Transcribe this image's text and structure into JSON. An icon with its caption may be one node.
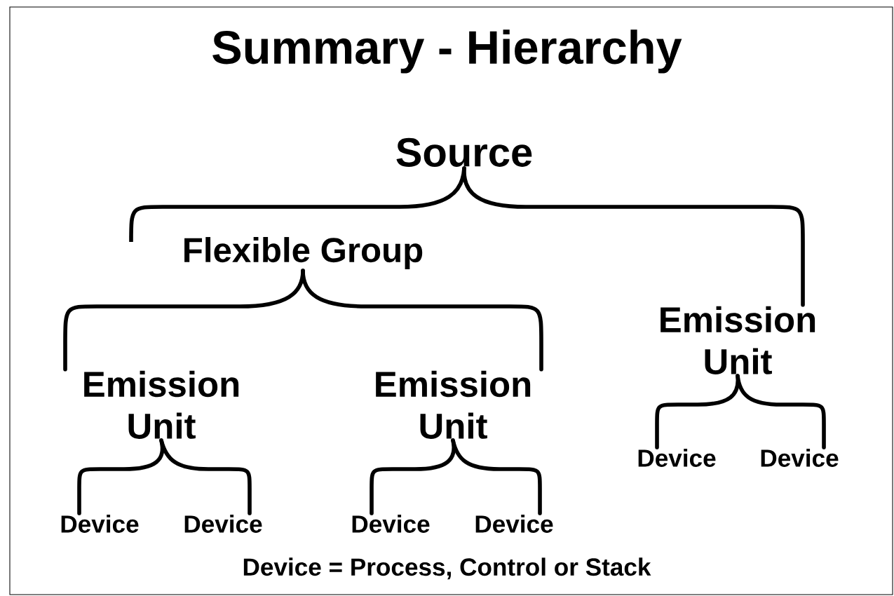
{
  "diagram": {
    "title": "Summary - Hierarchy",
    "nodes": [
      {
        "text": [
          "Source"
        ]
      },
      {
        "text": [
          "Flexible Group"
        ]
      },
      {
        "text": [
          "Emission Unit"
        ]
      },
      {
        "text": [
          "Emission Unit"
        ]
      },
      {
        "text": [
          "Emission Unit"
        ]
      },
      {
        "text": [
          "Device"
        ]
      },
      {
        "text": [
          "Device"
        ]
      },
      {
        "text": [
          "Device"
        ]
      },
      {
        "text": [
          "Device"
        ]
      },
      {
        "text": [
          "Device"
        ]
      },
      {
        "text": [
          "Device"
        ]
      }
    ],
    "edges": [
      {
        "from": 0,
        "to": 1,
        "arrow": "none"
      },
      {
        "from": 0,
        "to": 2,
        "arrow": "none"
      },
      {
        "from": 1,
        "to": 3,
        "arrow": "none"
      },
      {
        "from": 1,
        "to": 4,
        "arrow": "none"
      },
      {
        "from": 2,
        "to": 5,
        "arrow": "none"
      },
      {
        "from": 2,
        "to": 6,
        "arrow": "none"
      },
      {
        "from": 3,
        "to": 7,
        "arrow": "none"
      },
      {
        "from": 3,
        "to": 8,
        "arrow": "none"
      },
      {
        "from": 4,
        "to": 9,
        "arrow": "none"
      },
      {
        "from": 4,
        "to": 10,
        "arrow": "none"
      }
    ],
    "labels": [
      "Device = Process, Control or Stack"
    ]
  }
}
